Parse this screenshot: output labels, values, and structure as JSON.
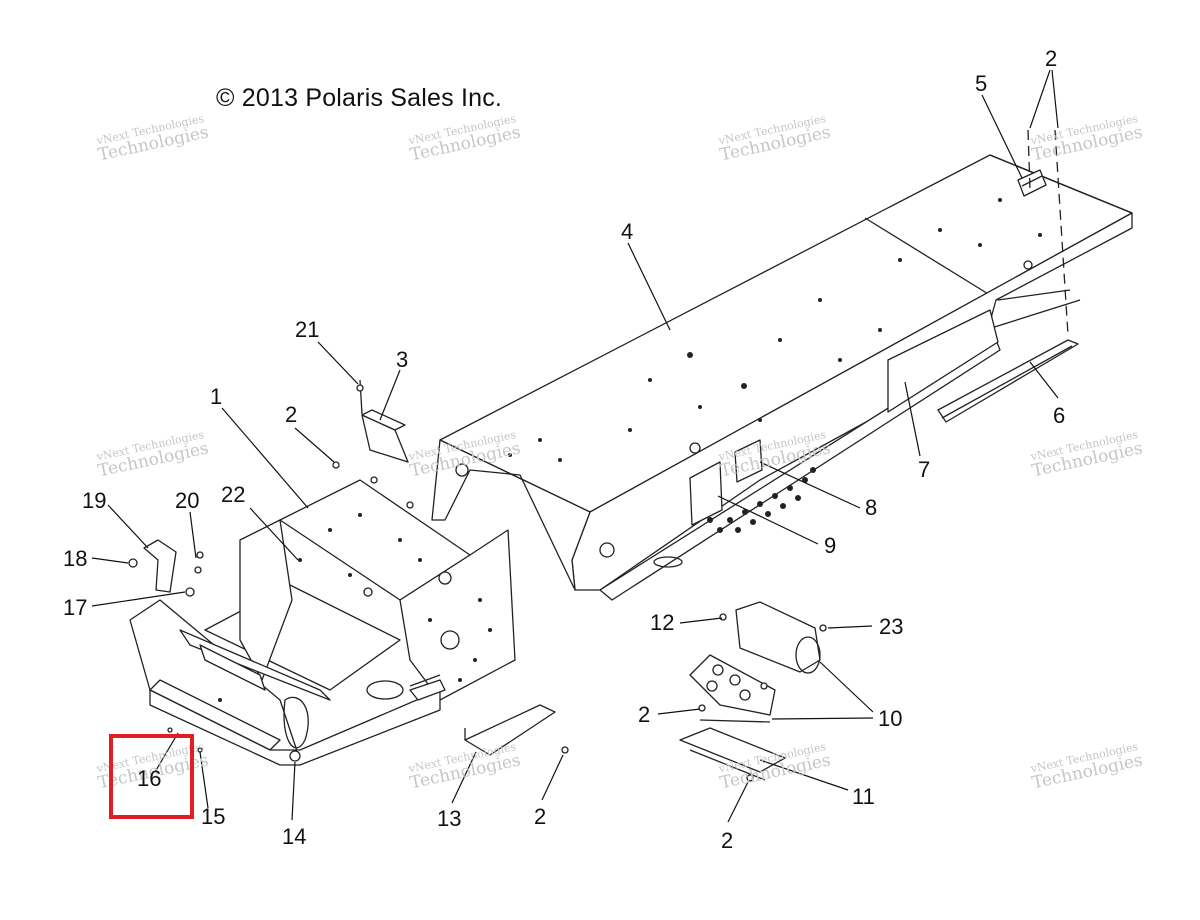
{
  "copyright": "© 2013 Polaris Sales Inc.",
  "watermark": {
    "line1": "vNext Technologies",
    "line2": "Technologies"
  },
  "callouts": [
    {
      "id": "c1",
      "label": "1"
    },
    {
      "id": "c2a",
      "label": "2"
    },
    {
      "id": "c2b",
      "label": "2"
    },
    {
      "id": "c2c",
      "label": "2"
    },
    {
      "id": "c2d",
      "label": "2"
    },
    {
      "id": "c2e",
      "label": "2"
    },
    {
      "id": "c3",
      "label": "3"
    },
    {
      "id": "c4",
      "label": "4"
    },
    {
      "id": "c5",
      "label": "5"
    },
    {
      "id": "c6",
      "label": "6"
    },
    {
      "id": "c7",
      "label": "7"
    },
    {
      "id": "c8",
      "label": "8"
    },
    {
      "id": "c9",
      "label": "9"
    },
    {
      "id": "c10",
      "label": "10"
    },
    {
      "id": "c11",
      "label": "11"
    },
    {
      "id": "c12",
      "label": "12"
    },
    {
      "id": "c13",
      "label": "13"
    },
    {
      "id": "c14",
      "label": "14"
    },
    {
      "id": "c15",
      "label": "15"
    },
    {
      "id": "c16",
      "label": "16"
    },
    {
      "id": "c17",
      "label": "17"
    },
    {
      "id": "c18",
      "label": "18"
    },
    {
      "id": "c19",
      "label": "19"
    },
    {
      "id": "c20",
      "label": "20"
    },
    {
      "id": "c21",
      "label": "21"
    },
    {
      "id": "c22",
      "label": "22"
    },
    {
      "id": "c23",
      "label": "23"
    }
  ],
  "highlight_color": "#e01f25"
}
